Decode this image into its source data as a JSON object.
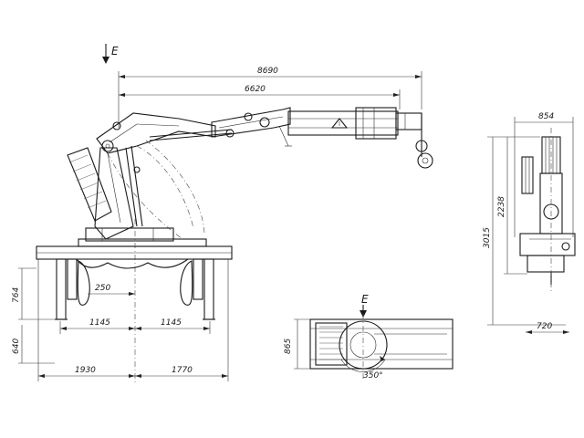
{
  "labels": {
    "section_top": "E",
    "section_plan": "E"
  },
  "dimensions": {
    "overall_length": "8690",
    "boom_length": "6620",
    "base_width": "854",
    "height_total": "3015",
    "height_boom": "2238",
    "width_base": "720",
    "leg_height": "764",
    "foot_height": "640",
    "half_left": "1145",
    "half_right": "1145",
    "center_offset": "250",
    "outrigger_left": "1930",
    "outrigger_right": "1770",
    "plan_height": "865",
    "slew_angle": "350°"
  }
}
